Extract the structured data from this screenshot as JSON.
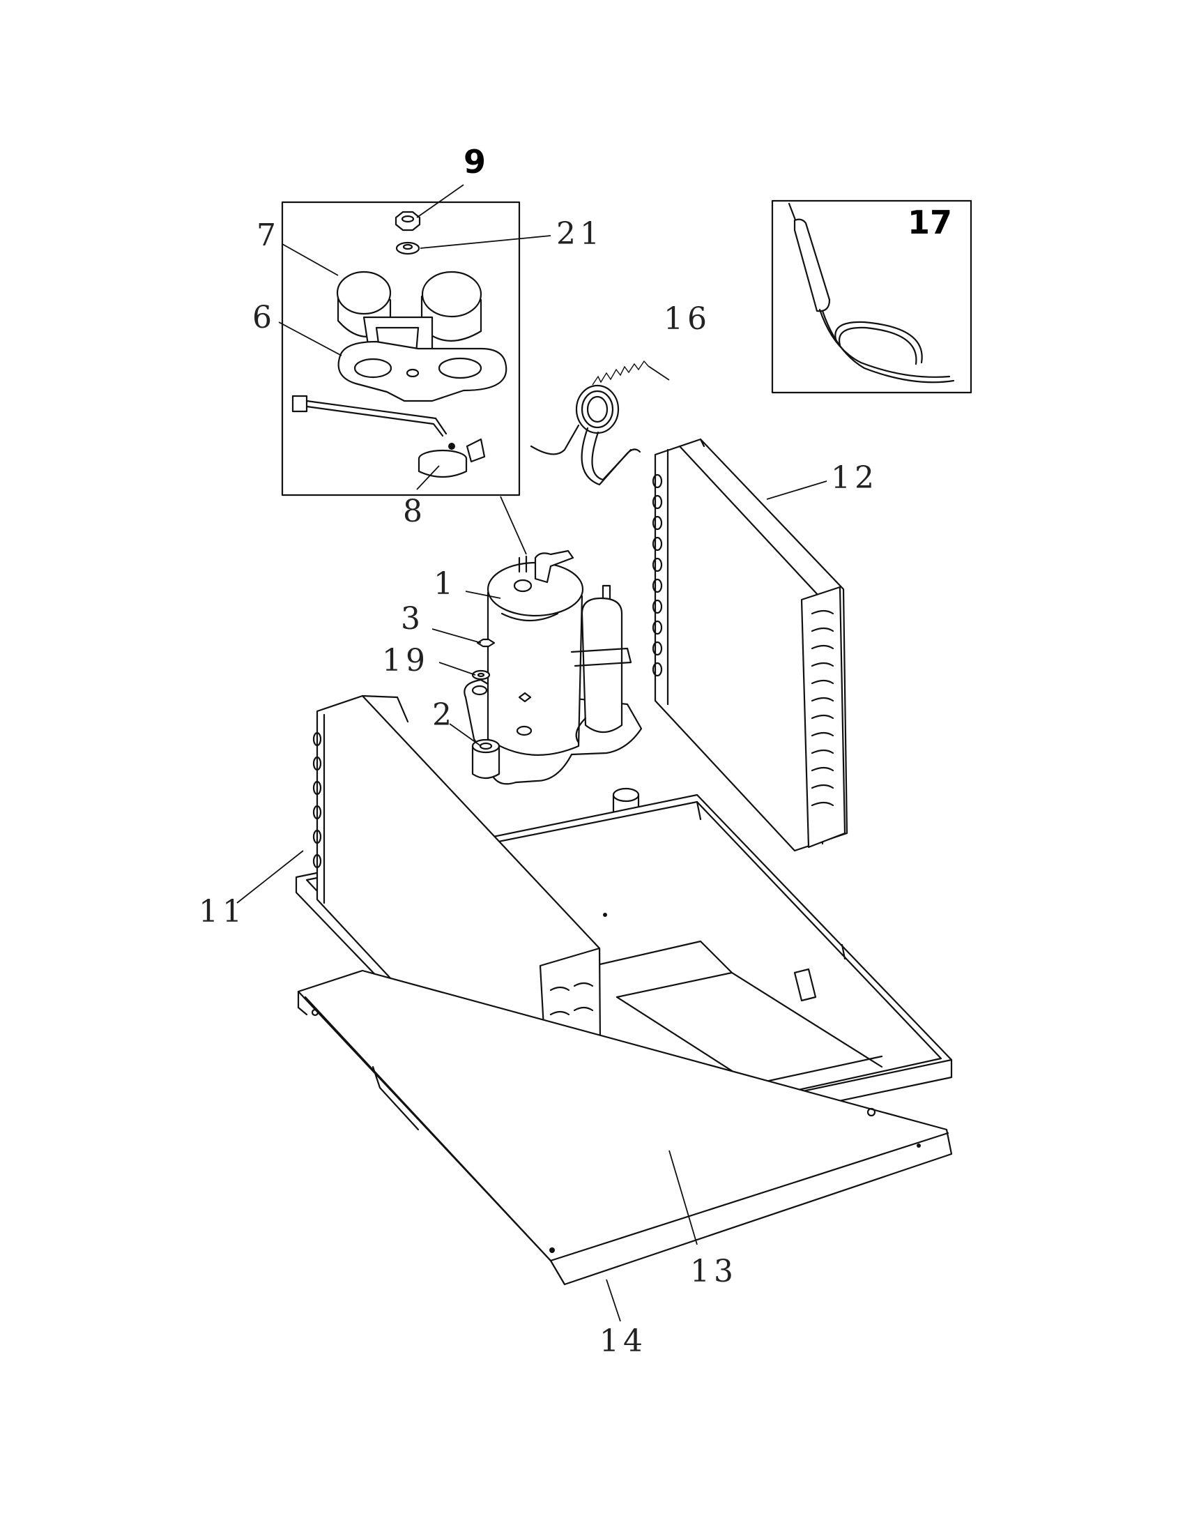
{
  "colors": {
    "ink": "#111111",
    "background": "#ffffff"
  },
  "callouts": {
    "c1": "1",
    "c2": "2",
    "c3": "3",
    "c6": "6",
    "c7": "7",
    "c8": "8",
    "c9": "9",
    "c11": "11",
    "c12": "12",
    "c13": "13",
    "c14": "14",
    "c16": "16",
    "c17": "17",
    "c19": "19",
    "c21": "21"
  }
}
